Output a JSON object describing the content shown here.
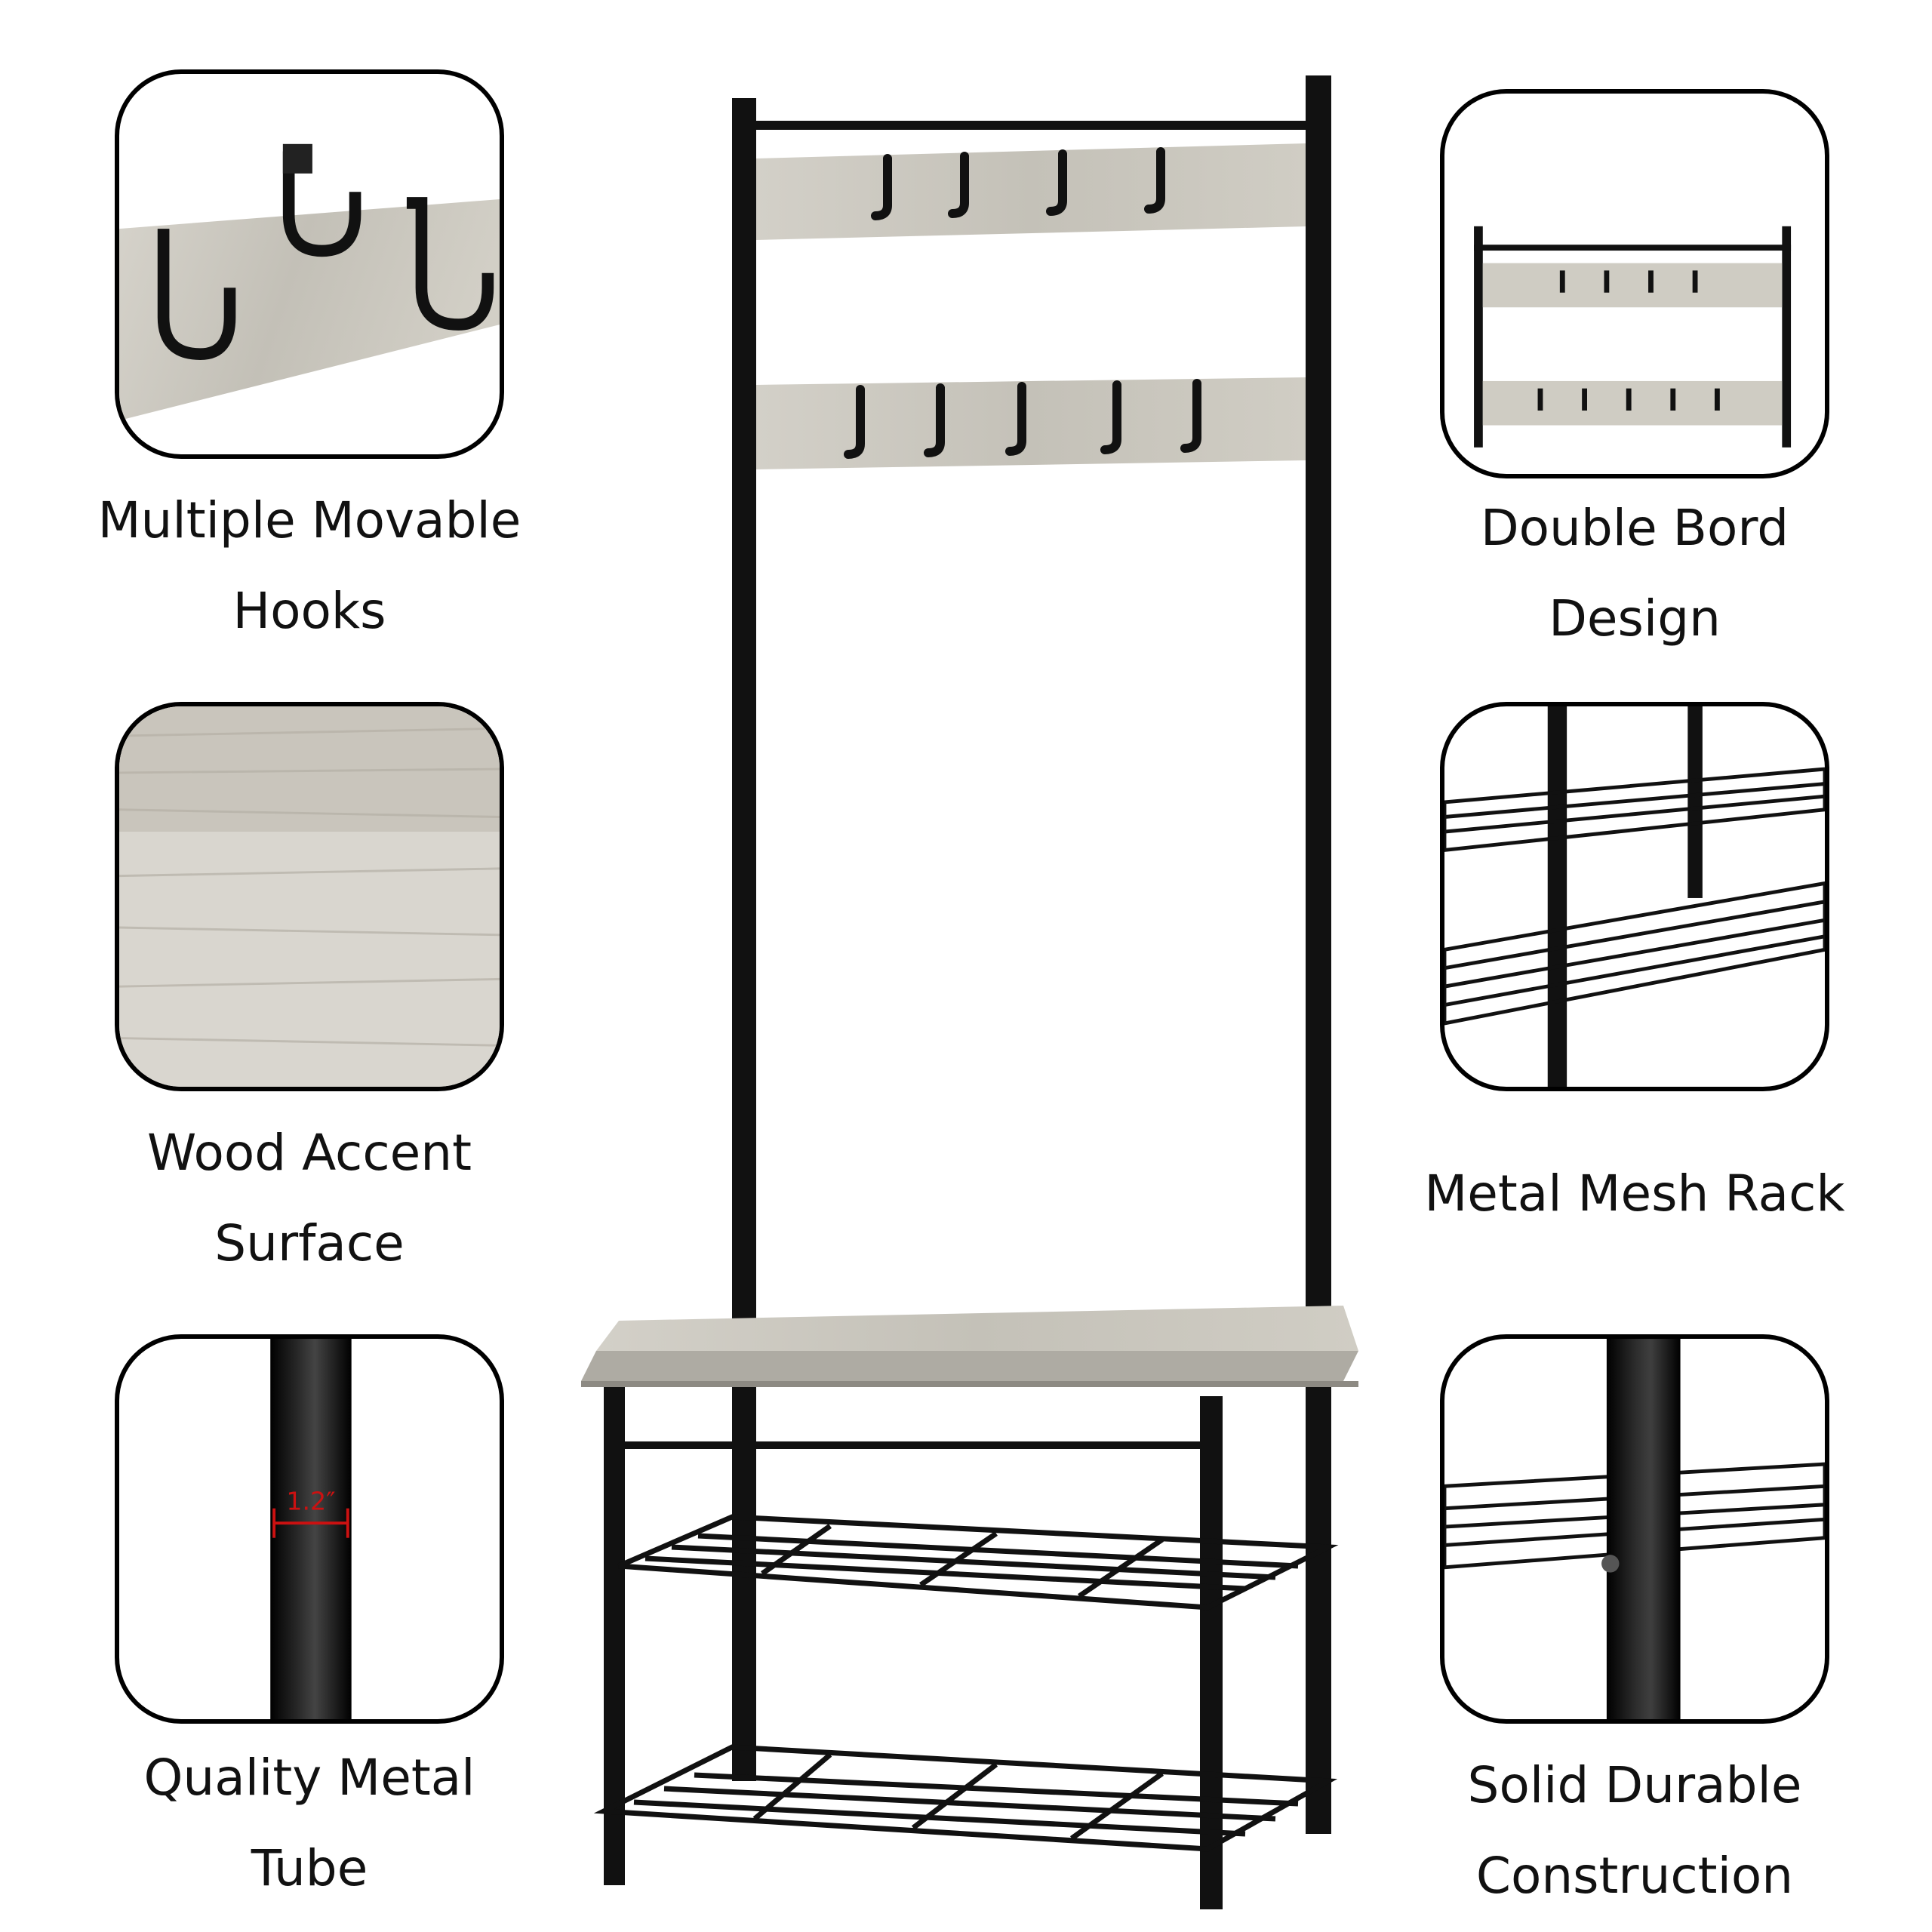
{
  "features": {
    "hooks": {
      "line1": "Multiple Movable",
      "line2": "Hooks"
    },
    "wood": {
      "line1": "Wood Accent",
      "line2": "Surface"
    },
    "tube": {
      "line1": "Quality Metal",
      "line2": "Tube",
      "dimension": "1.2″"
    },
    "double": {
      "line1": "Double Bord",
      "line2": "Design"
    },
    "mesh": {
      "line1": "Metal Mesh Rack"
    },
    "solid": {
      "line1": "Solid Durable",
      "line2": "Construction"
    }
  },
  "colors": {
    "metal": "#111111",
    "wood": "#cfccc3",
    "dimension": "#cc1111",
    "border": "#000000"
  }
}
